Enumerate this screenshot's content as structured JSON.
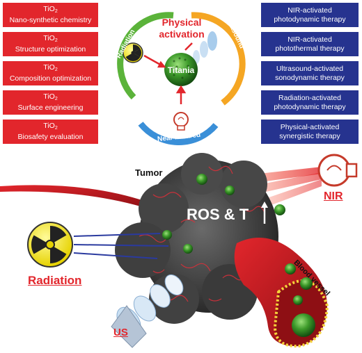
{
  "strategies": [
    {
      "prefix": "TiO",
      "sub": "2",
      "text": "Nano-synthetic chemistry"
    },
    {
      "prefix": "TiO",
      "sub": "2",
      "text": "Structure optimization"
    },
    {
      "prefix": "TiO",
      "sub": "2",
      "text": "Composition optimization"
    },
    {
      "prefix": "TiO",
      "sub": "2",
      "text": "Surface engineering"
    },
    {
      "prefix": "TiO",
      "sub": "2",
      "text": "Biosafety evaluation"
    }
  ],
  "therapies": [
    {
      "line1": "NIR-activated",
      "line2": "photodynamic therapy"
    },
    {
      "line1": "NIR-activated",
      "line2": "photothermal therapy"
    },
    {
      "line1": "Ultrasound-activated",
      "line2": "sonodynamic therapy"
    },
    {
      "line1": "Radiation-activated",
      "line2": "photodynamic therapy"
    },
    {
      "line1": "Physical-activated",
      "line2": "synergistic therapy"
    }
  ],
  "center": {
    "title_line1": "Physical",
    "title_line2": "activation",
    "sphere_label": "Titania",
    "ring_radiation": "Radiation",
    "ring_ultrasound": "Ultrasound",
    "ring_near_infrared": "Near infrared"
  },
  "scene": {
    "tumor": "Tumor",
    "ros": "ROS & T",
    "nir": "NIR",
    "radiation": "Radiation",
    "us": "US",
    "blood_vessel": "Blood vessel"
  },
  "colors": {
    "red_box": "#e2262c",
    "blue_box": "#26338f",
    "ring_green": "#5bb33a",
    "ring_orange": "#f5a623",
    "ring_blue": "#3a8fd8"
  }
}
